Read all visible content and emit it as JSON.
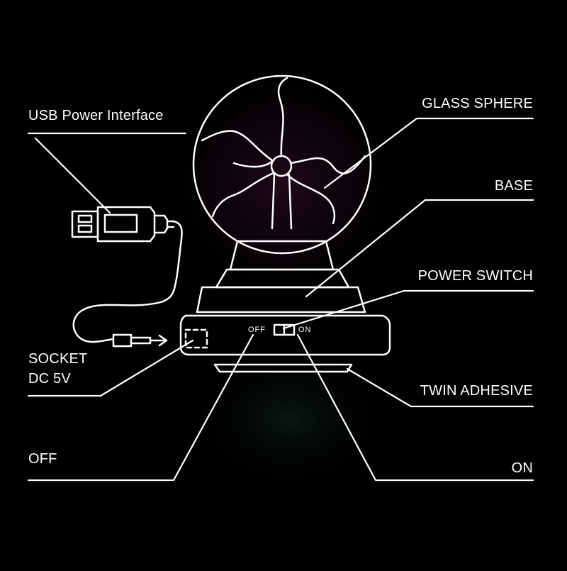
{
  "labels": {
    "usb_power_interface": "USB Power Interface",
    "glass_sphere": "GLASS SPHERE",
    "base": "BASE",
    "power_switch": "POWER SWITCH",
    "socket_line1": "SOCKET",
    "socket_line2": "DC 5V",
    "twin_adhesive": "TWIN ADHESIVE",
    "off": "OFF",
    "on": "ON"
  },
  "switch": {
    "off_text": "OFF",
    "on_text": "ON"
  },
  "colors": {
    "background": "#000000",
    "line": "#ffffff",
    "glow": "#3a1030"
  }
}
